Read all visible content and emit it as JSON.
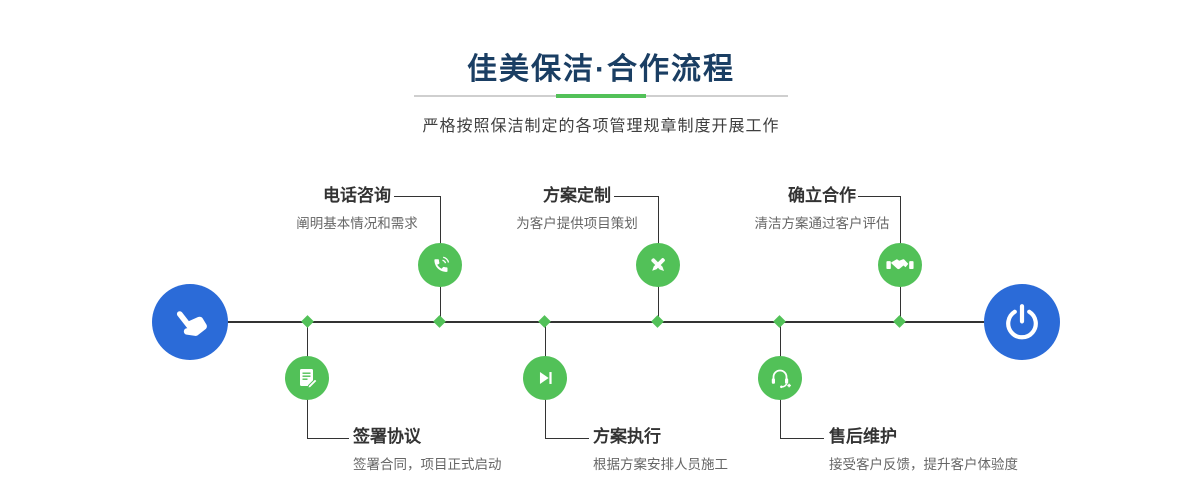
{
  "header": {
    "title": "佳美保洁·合作流程",
    "subtitle": "严格按照保洁制定的各项管理规章制度开展工作"
  },
  "colors": {
    "title_navy": "#1a3e63",
    "accent_green": "#52c158",
    "endpoint_blue": "#2b6bd8",
    "line_dark": "#333333",
    "desc_gray": "#666666"
  },
  "flow": {
    "start_icon": "hand-pointer-icon",
    "end_icon": "power-icon",
    "steps_top": [
      {
        "label": "电话咨询",
        "desc": "阐明基本情况和需求",
        "icon": "phone-icon"
      },
      {
        "label": "方案定制",
        "desc": "为客户提供项目策划",
        "icon": "pen-tools-icon"
      },
      {
        "label": "确立合作",
        "desc": "清洁方案通过客户评估",
        "icon": "handshake-icon"
      }
    ],
    "steps_bottom": [
      {
        "label": "签署协议",
        "desc": "签署合同，项目正式启动",
        "icon": "contract-icon"
      },
      {
        "label": "方案执行",
        "desc": "根据方案安排人员施工",
        "icon": "play-icon"
      },
      {
        "label": "售后维护",
        "desc": "接受客户反馈，提升客户体验度",
        "icon": "customer-service-icon"
      }
    ]
  }
}
